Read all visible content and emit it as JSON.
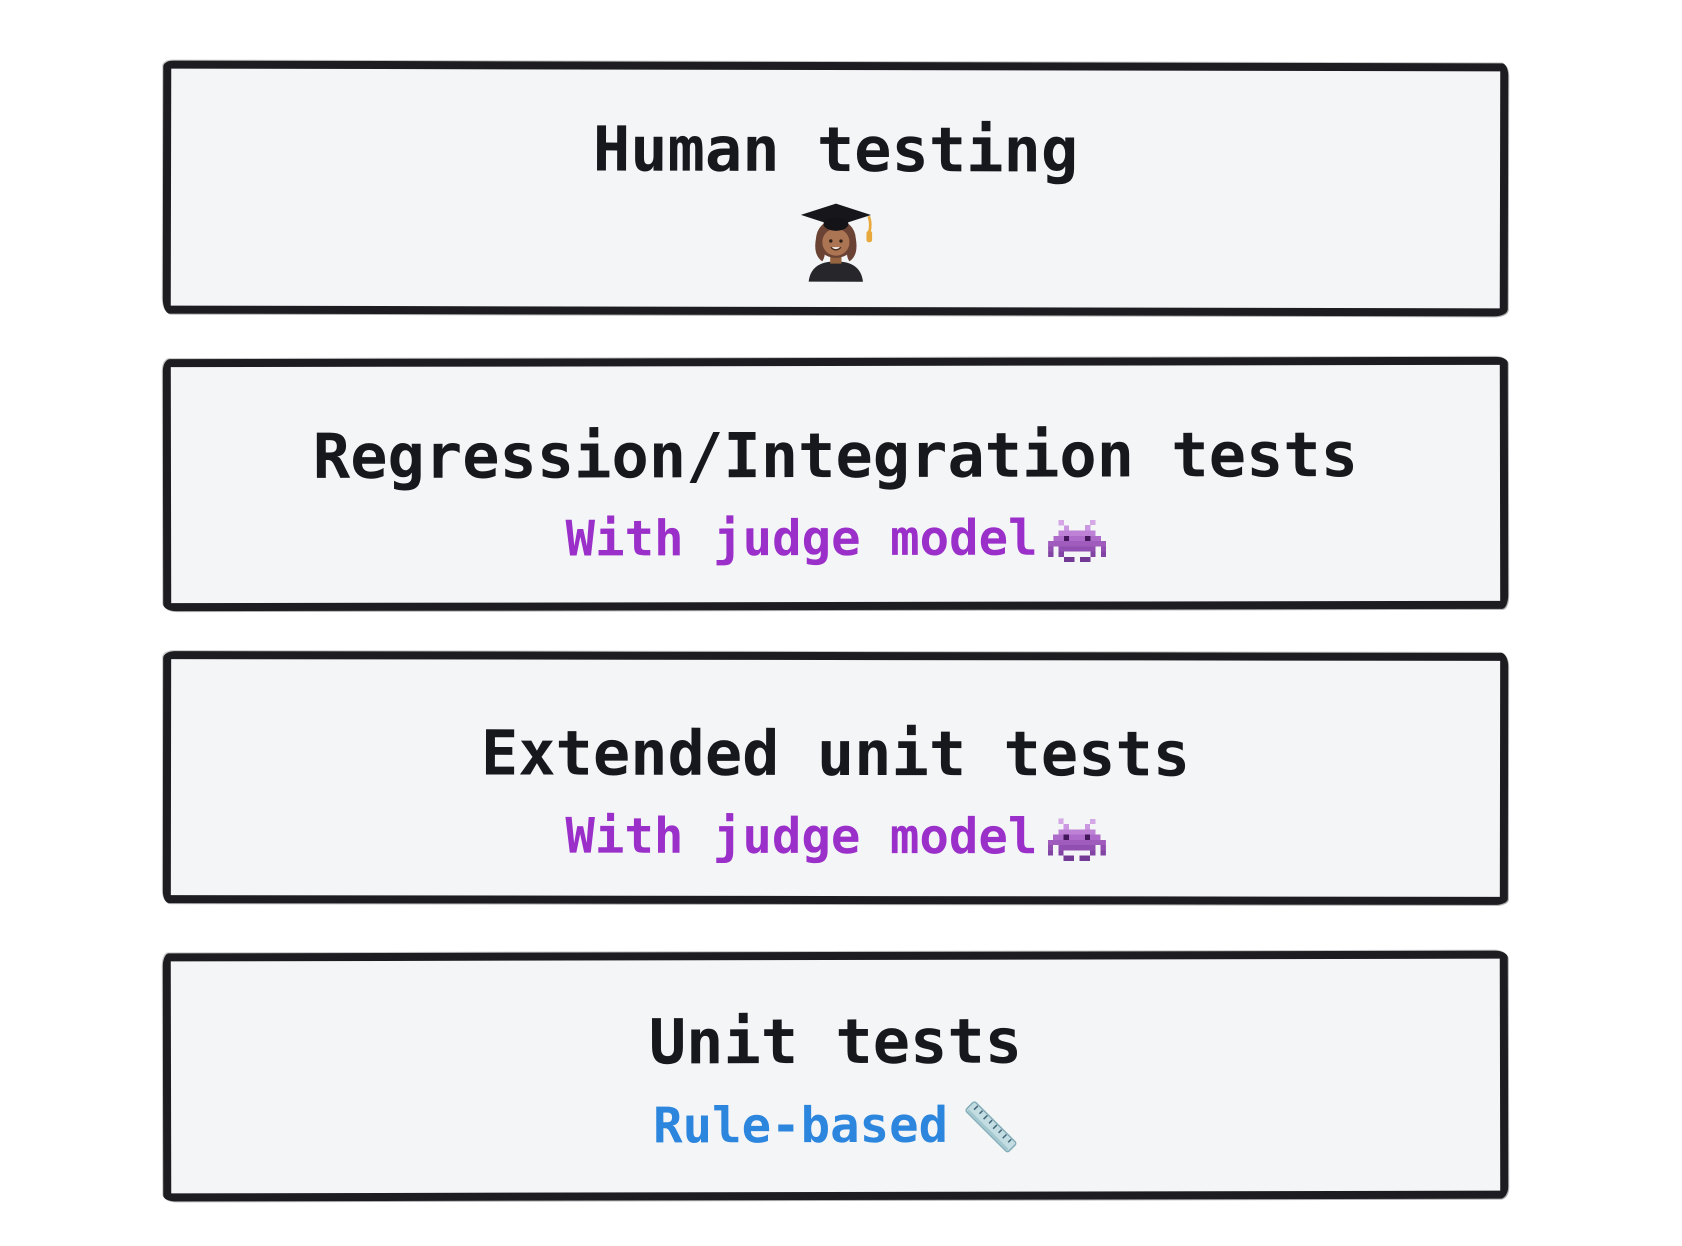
{
  "diagram": {
    "boxes": [
      {
        "id": "human-testing",
        "title": "Human testing",
        "subtitle": "",
        "icon": "student-emoji"
      },
      {
        "id": "regression-integration-tests",
        "title": "Regression/Integration tests",
        "subtitle": "With judge model",
        "icon": "alien-monster-emoji"
      },
      {
        "id": "extended-unit-tests",
        "title": "Extended unit tests",
        "subtitle": "With judge model",
        "icon": "alien-monster-emoji"
      },
      {
        "id": "unit-tests",
        "title": "Unit tests",
        "subtitle": "Rule-based",
        "icon": "ruler-emoji"
      }
    ],
    "colors": {
      "title_text": "#17181d",
      "judge_subtitle": "#9a30c9",
      "rule_subtitle": "#2d86dd",
      "box_background": "#f4f5f7",
      "box_border": "#1d1d21",
      "page_background": "#ffffff"
    }
  }
}
